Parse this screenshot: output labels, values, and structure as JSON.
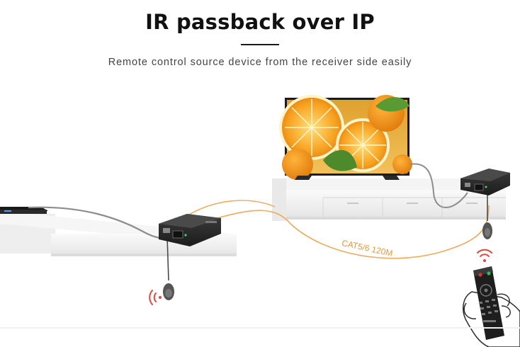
{
  "header": {
    "title": "IR passback over IP",
    "subtitle": "Remote control source device from the receiver side easily"
  },
  "diagram": {
    "cable_label": "CAT5/6  120M",
    "colors": {
      "cable": "#f0a85a",
      "ir_signal": "#e2463c",
      "device_body": "#2b2b2b",
      "shelf": "#f1f1f1"
    }
  }
}
